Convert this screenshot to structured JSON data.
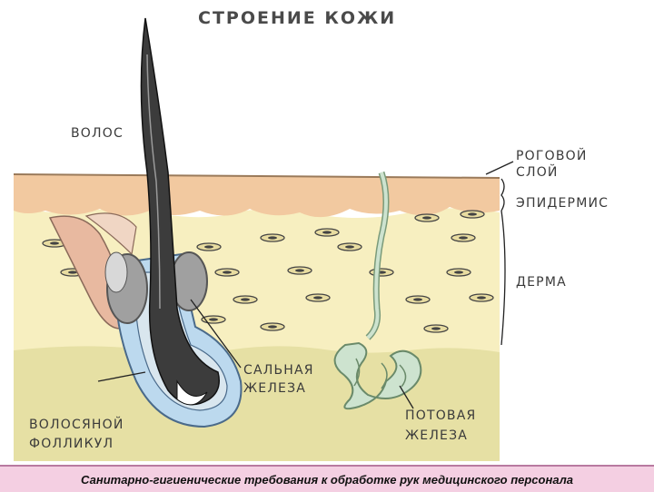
{
  "diagram": {
    "title": "СТРОЕНИЕ КОЖИ",
    "labels": {
      "hair": "ВОЛОС",
      "stratum_corneum_1": "РОГОВОЙ",
      "stratum_corneum_2": "СЛОЙ",
      "epidermis": "ЭПИДЕРМИС",
      "dermis": "ДЕРМА",
      "sebaceous_1": "САЛЬНАЯ",
      "sebaceous_2": "ЖЕЛЕЗА",
      "follicle_1": "ВОЛОСЯНОЙ",
      "follicle_2": "ФОЛЛИКУЛ",
      "sweat_1": "ПОТОВАЯ",
      "sweat_2": "ЖЕЛЕЗА"
    },
    "colors": {
      "horny_layer": "#f2c9a0",
      "dermis": "#f7efc0",
      "subcutis": "#e6e0a4",
      "follicle_blue": "#bcd9ee",
      "sweat_gland": "#cde3cf",
      "hair": "#3c3c3c",
      "muscle_pink": "#e8b9a0"
    }
  },
  "footer": {
    "text": "Санитарно-гигиенические требования к обработке рук медицинского персонала"
  }
}
